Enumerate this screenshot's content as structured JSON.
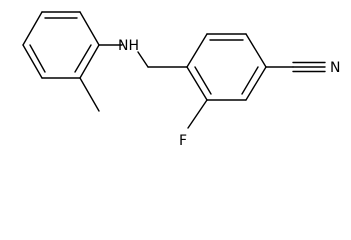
{
  "structure": {
    "atom_labels": {
      "amine": "NH",
      "nitrogen": "N",
      "fluorine": "F"
    },
    "colors": {
      "bond": "#000000",
      "label": "#000000",
      "background": "#ffffff"
    }
  }
}
